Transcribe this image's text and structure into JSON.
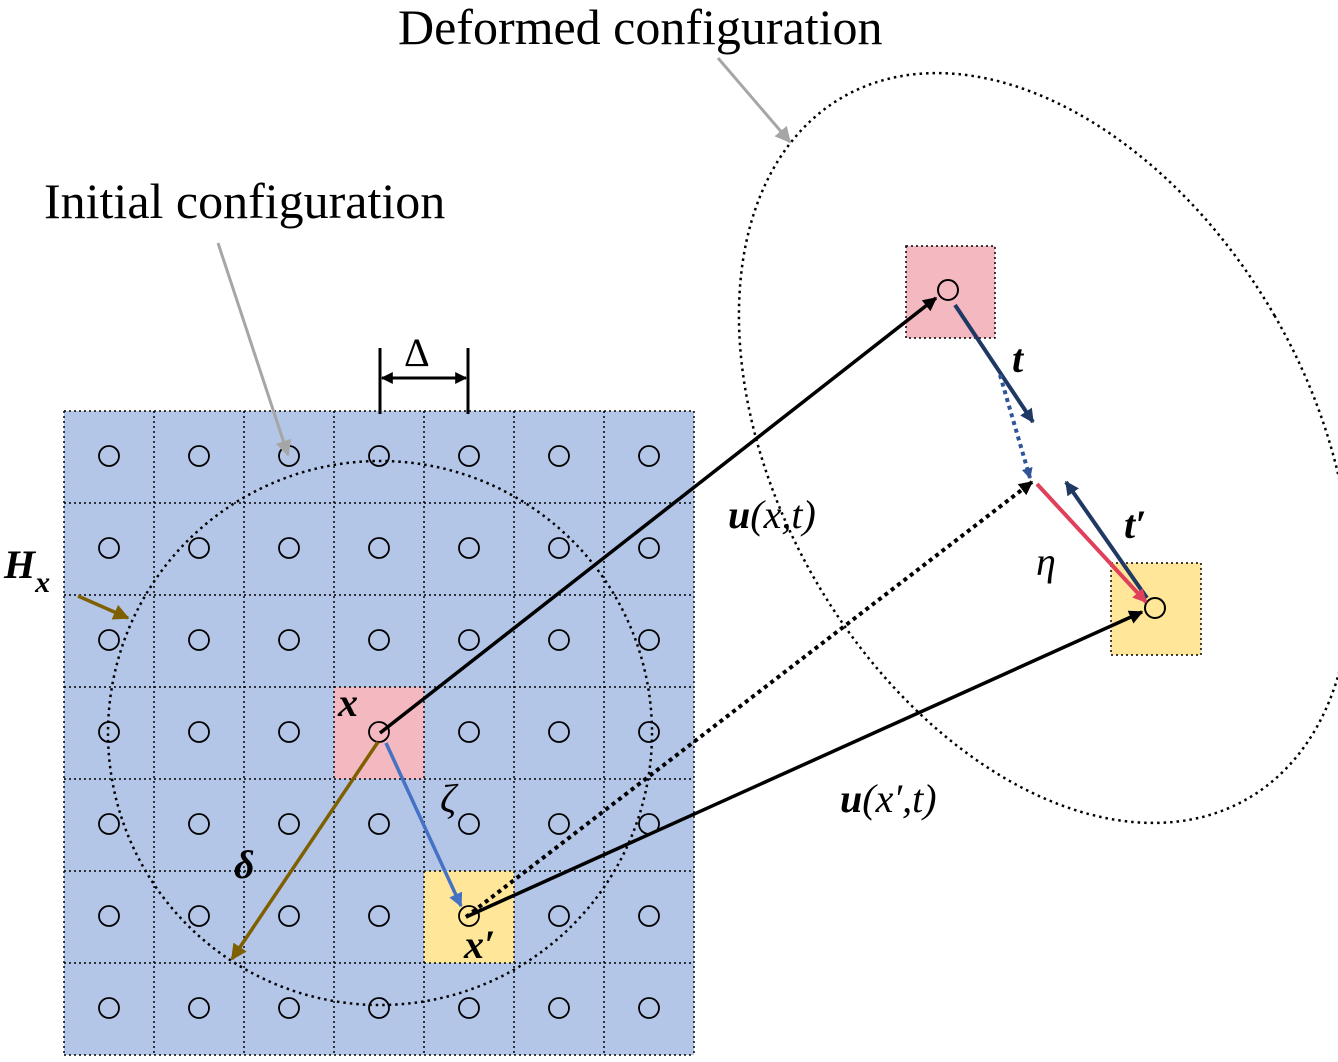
{
  "labels": {
    "deformed": "Deformed configuration",
    "initial": "Initial configuration",
    "delta_spacing": "Δ",
    "horizon_H": "H",
    "horizon_sub": "x",
    "point_x": "x",
    "point_xprime": "x′",
    "bond_xi": "ζ",
    "horizon_delta": "δ",
    "disp_u_x": {
      "bold": "u",
      "args": "(x,t)"
    },
    "disp_u_xprime": {
      "bold": "u",
      "args": "(x′,t)"
    },
    "force_t": "t",
    "force_tprime": "t′",
    "eta": "η"
  },
  "colors": {
    "grid_fill": "#b4c6e7",
    "x_cell": "#f4b8c1",
    "xprime_cell": "#ffe699",
    "horizon_arrow": "#7f6000",
    "bond_arrow": "#4472c4",
    "force_arrow": "#1f3864",
    "eta_arrow": "#e0405a",
    "leader": "#a6a6a6"
  }
}
